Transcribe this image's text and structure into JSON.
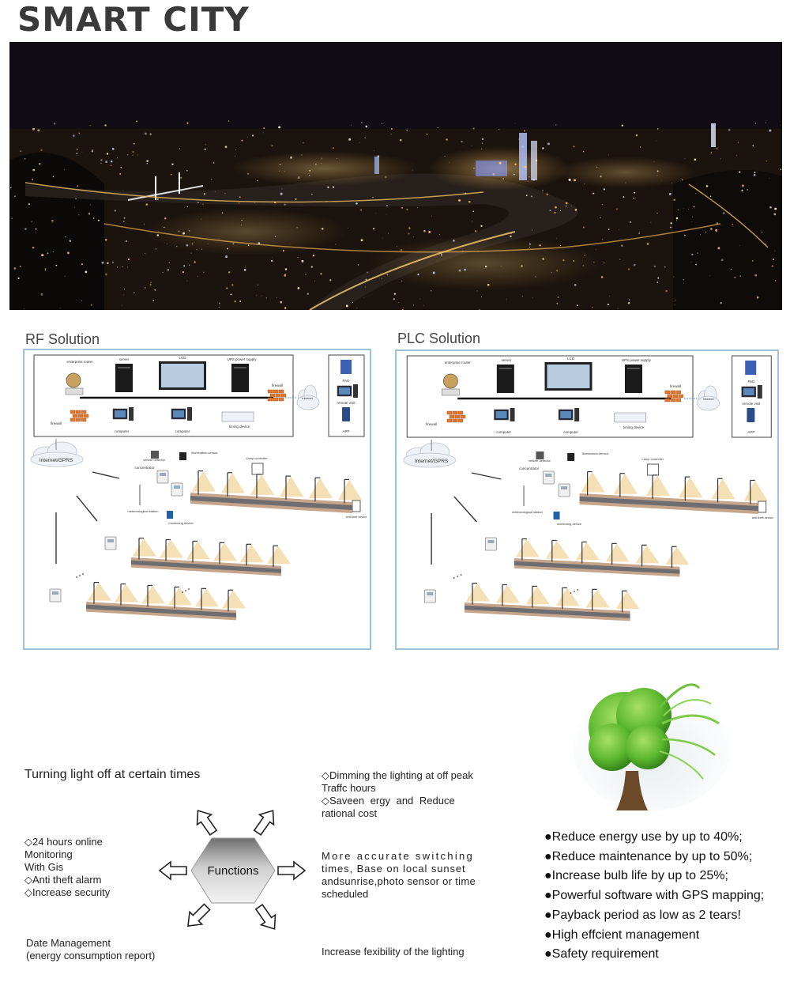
{
  "page": {
    "title": "SMART CITY"
  },
  "colors": {
    "frame": "#9cc3dc",
    "hexagon": "#b8b8b8",
    "tree": "#5cb82e"
  },
  "rf": {
    "title": "RF Solution",
    "labels": {
      "router": "enterprise router",
      "server": "server",
      "lcd": "LCD",
      "ups": "UPS power supply",
      "firewall_top": "firewall",
      "firewall_bottom": "firewall",
      "internet_small": "Internet",
      "pad": "PAD",
      "remote": "remote visit",
      "app": "APP",
      "computer1": "computer",
      "computer2": "computer",
      "timing": "timing device",
      "cloud": "Internet/GPRS",
      "vehicle": "vehicle detector",
      "illum": "illumination sensor",
      "lamp": "Lamp controller",
      "concentrator": "concentrator",
      "meteo": "meteorological station",
      "monitor": "monitoring device",
      "antitheft": "anti-theft device"
    }
  },
  "plc": {
    "title": "PLC Solution",
    "labels": {
      "router": "enterprise router",
      "server": "server",
      "lcd": "LCD",
      "ups": "UPS power supply",
      "firewall_top": "firewall",
      "firewall_bottom": "firewall",
      "internet_small": "Internet",
      "pad": "PAD",
      "remote": "remote visit",
      "app": "APP",
      "computer1": "computer",
      "computer2": "computer",
      "timing": "timing device",
      "cloud": "Internet/GPRS",
      "vehicle": "vehicle detector",
      "illum": "illumination sensor",
      "lamp": "Lamp controller",
      "concentrator": "concentrator",
      "meteo": "meteorological station",
      "monitor": "monitoring device",
      "antitheft": "anti-theft device"
    }
  },
  "functions": {
    "center": "Functions",
    "turning_off": "Turning light off at certain times",
    "dimming": [
      "◇Dimming the lighting at off peak",
      "Traffc hours",
      "◇Saveen ergy and Reduce",
      "rational cost"
    ],
    "online": [
      "◇24  hours online",
      "Monitoring",
      "With Gis",
      "◇Anti  theft alarm",
      "◇Increase security"
    ],
    "accurate": [
      "More accurate switching",
      "times, Base on local sunset",
      "andsunrise,photo sensor or time",
      "scheduled"
    ],
    "date": [
      "Date Management",
      "(energy consumption report)"
    ],
    "flex": "Increase fexibility of the lighting"
  },
  "benefits": [
    "●Reduce energy use by up to 40%;",
    "●Reduce maintenance by up to 50%;",
    "●Increase bulb life by up to 25%;",
    "●Powerful software with GPS mapping;",
    "●Payback period as low as 2 tears!",
    "●High effcient management",
    "●Safety requirement"
  ]
}
